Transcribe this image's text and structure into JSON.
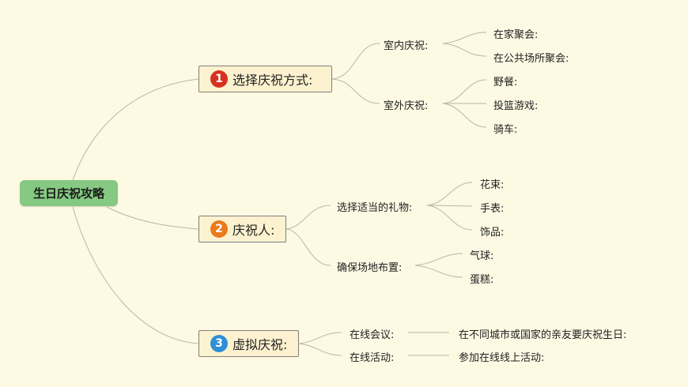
{
  "root": {
    "label": "生日庆祝攻略"
  },
  "colors": {
    "background": "#fdf9e3",
    "root_fill": "#86c982",
    "branch_fill": "#fcf2cf",
    "connector": "#b8b8a4",
    "badge_1": "#d6321f",
    "badge_2": "#ea7a1c",
    "badge_3": "#2f8fd6"
  },
  "branches": [
    {
      "number": "1",
      "label": "选择庆祝方式:",
      "children": [
        {
          "label": "室内庆祝:",
          "children": [
            "在家聚会:",
            "在公共场所聚会:"
          ]
        },
        {
          "label": "室外庆祝:",
          "children": [
            "野餐:",
            "投篮游戏:",
            "骑车:"
          ]
        }
      ]
    },
    {
      "number": "2",
      "label": "庆祝人:",
      "children": [
        {
          "label": "选择适当的礼物:",
          "children": [
            "花束:",
            "手表:",
            "饰品:"
          ]
        },
        {
          "label": "确保场地布置:",
          "children": [
            "气球:",
            "蛋糕:"
          ]
        }
      ]
    },
    {
      "number": "3",
      "label": "虚拟庆祝:",
      "children": [
        {
          "label": "在线会议:",
          "children": [
            "在不同城市或国家的亲友要庆祝生日:"
          ]
        },
        {
          "label": "在线活动:",
          "children": [
            "参加在线线上活动:"
          ]
        }
      ]
    }
  ]
}
